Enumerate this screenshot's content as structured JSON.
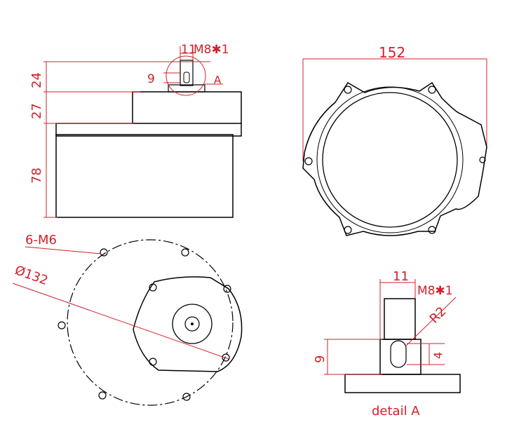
{
  "colors": {
    "dimension": "#d2202a",
    "outline": "#000000",
    "background": "#ffffff"
  },
  "front_view": {
    "dim_width": "11",
    "thread_label": "M8✱1",
    "dim_side": "9",
    "detail_marker": "A",
    "height_top": "24",
    "height_mid": "27",
    "height_body": "78"
  },
  "top_view": {
    "dim_width": "152"
  },
  "bottom_view": {
    "hole_label": "6-M6",
    "diameter_label": "Ø132"
  },
  "detail_view": {
    "dim_width": "11",
    "thread_label": "M8✱1",
    "radius_label": "R2",
    "dim_height": "9",
    "dim_slot": "4",
    "caption": "detail A"
  }
}
